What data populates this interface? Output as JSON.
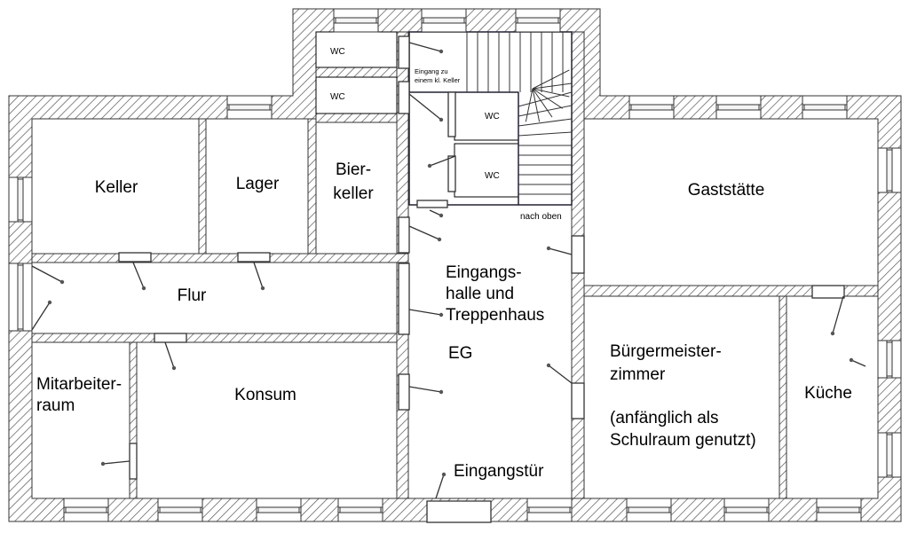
{
  "plan": {
    "floor": "EG",
    "rooms": {
      "keller": "Keller",
      "lager": "Lager",
      "bierkeller_1": "Bier-",
      "bierkeller_2": "keller",
      "flur": "Flur",
      "mitarbeiter_1": "Mitarbeiter-",
      "mitarbeiter_2": "raum",
      "konsum": "Konsum",
      "halle_1": "Eingangs-",
      "halle_2": "halle und",
      "halle_3": "Treppenhaus",
      "gaststaette": "Gaststätte",
      "buergermeister_1": "Bürgermeister-",
      "buergermeister_2": "zimmer",
      "buergermeister_3": "(anfänglich als",
      "buergermeister_4": "Schulraum genutzt)",
      "kueche": "Küche",
      "wc": "WC",
      "eingangstuer": "Eingangstür"
    },
    "notes": {
      "keller_entry_1": "Eingang zu",
      "keller_entry_2": "einem kl. Keller",
      "stairs_up": "nach oben"
    }
  }
}
